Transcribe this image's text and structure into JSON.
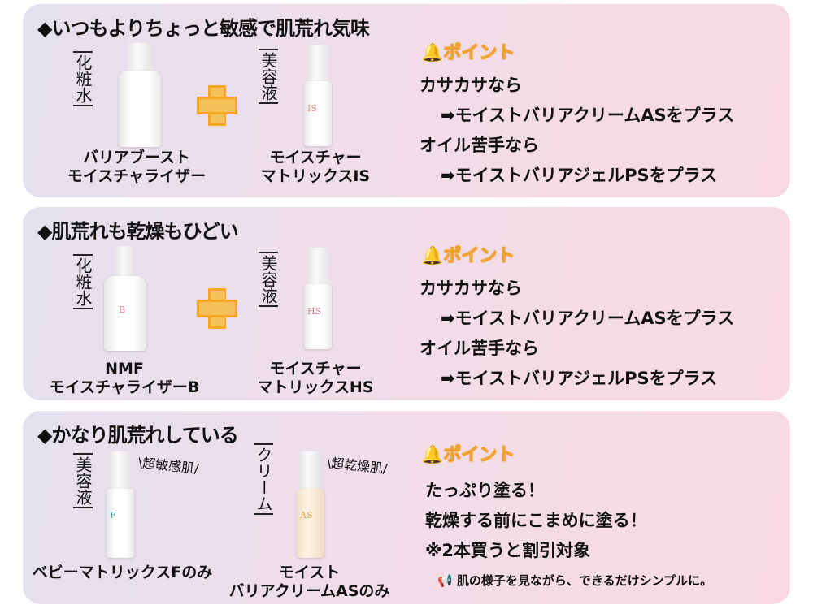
{
  "panels": [
    {
      "title": "◆いつもよりちょっと敏感で肌荒れ気味",
      "products": [
        {
          "category": "化粧水",
          "name1": "バリアブースト",
          "name2": "モイスチャライザー"
        },
        {
          "category": "美容液",
          "name1": "モイスチャー",
          "name2": "マトリックスIS",
          "bottle_label": "IS"
        }
      ],
      "point_label": "ポイント",
      "lines": [
        "カサカサなら",
        "➡モイストバリアクリームASをプラス",
        "オイル苦手なら",
        "➡モイストバリアジェルPSをプラス"
      ]
    },
    {
      "title": "◆肌荒れも乾燥もひどい",
      "products": [
        {
          "category": "化粧水",
          "name1": "NMF",
          "name2": "モイスチャライザーB",
          "bottle_label": "B"
        },
        {
          "category": "美容液",
          "name1": "モイスチャー",
          "name2": "マトリックスHS",
          "bottle_label": "HS"
        }
      ],
      "point_label": "ポイント",
      "lines": [
        "カサカサなら",
        "➡モイストバリアクリームASをプラス",
        "オイル苦手なら",
        "➡モイストバリアジェルPSをプラス"
      ]
    },
    {
      "title": "◆かなり肌荒れしている",
      "products": [
        {
          "category": "美容液",
          "tag": "\\超敏感肌/",
          "name1": "ベビーマトリックスFのみ",
          "bottle_label": "F"
        },
        {
          "category": "クリーム",
          "tag": "\\超乾燥肌/",
          "name1": "モイスト",
          "name2": "バリアクリームASのみ",
          "bottle_label": "AS"
        }
      ],
      "point_label": "ポイント",
      "lines": [
        "たっぷり塗る！",
        "乾燥する前にこまめに塗る！",
        "※2本買うと割引対象"
      ],
      "note": "肌の様子を見ながら、できるだけシンプルに。"
    }
  ],
  "colors": {
    "accent": "#f5a623",
    "panel_left": "#e4e0ee",
    "panel_right": "#f8d9e3"
  },
  "icons": [
    "bell-icon",
    "plus-icon",
    "megaphone-icon"
  ]
}
